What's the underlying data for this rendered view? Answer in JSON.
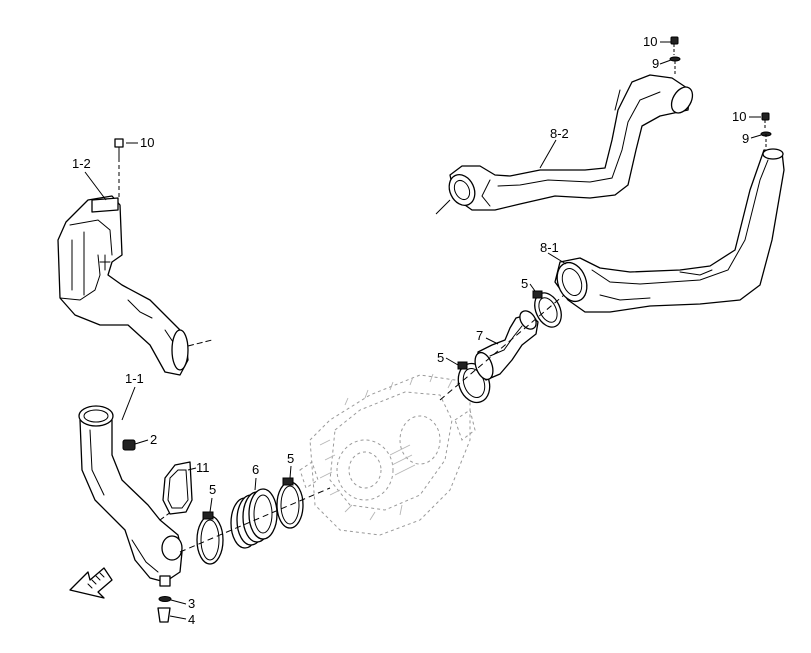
{
  "diagram": {
    "labels": {
      "p1_2": "1-2",
      "p1_1": "1-1",
      "p2": "2",
      "p3": "3",
      "p4": "4",
      "p5_a": "5",
      "p5_b": "5",
      "p5_c": "5",
      "p5_d": "5",
      "p6": "6",
      "p7": "7",
      "p8_1": "8-1",
      "p8_2": "8-2",
      "p9_a": "9",
      "p9_b": "9",
      "p10_a": "10",
      "p10_b": "10",
      "p10_c": "10",
      "p11": "11"
    },
    "icons": [
      "front-direction-arrow-icon"
    ]
  }
}
